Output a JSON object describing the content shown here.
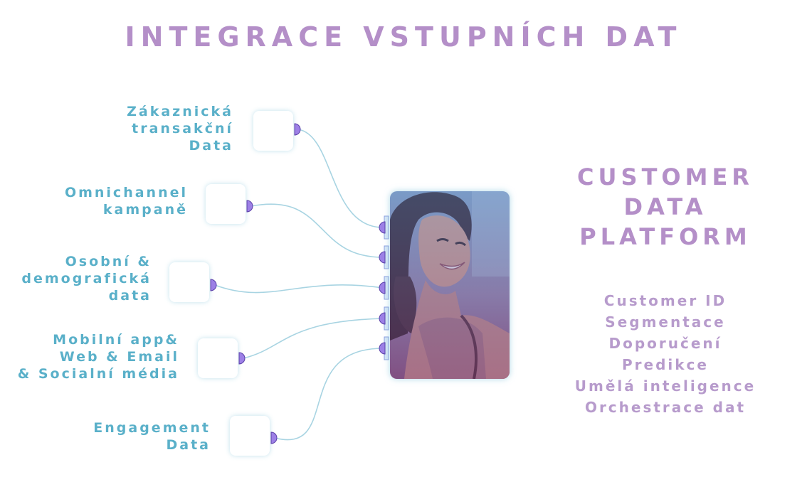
{
  "title": "INTEGRACE VSTUPNÍCH DAT",
  "sources": [
    {
      "lines": [
        "Zákaznická",
        "transakční",
        "Data"
      ]
    },
    {
      "lines": [
        "Omnichannel",
        "kampaně"
      ]
    },
    {
      "lines": [
        "Osobní &",
        "demografická",
        "data"
      ]
    },
    {
      "lines": [
        "Mobilní app&",
        "Web & Email",
        "& Socialní média"
      ]
    },
    {
      "lines": [
        "Engagement",
        "Data"
      ]
    }
  ],
  "platform": {
    "title_lines": [
      "CUSTOMER",
      "DATA",
      "PLATFORM"
    ],
    "features": [
      "Customer ID",
      "Segmentace",
      "Doporučení",
      "Predikce",
      "Umělá inteligence",
      "Orchestrace dat"
    ]
  },
  "colors": {
    "title": "#b48fc8",
    "label": "#5ab0c9",
    "connector": "#a8d4e2",
    "port": "#9d80e6"
  }
}
